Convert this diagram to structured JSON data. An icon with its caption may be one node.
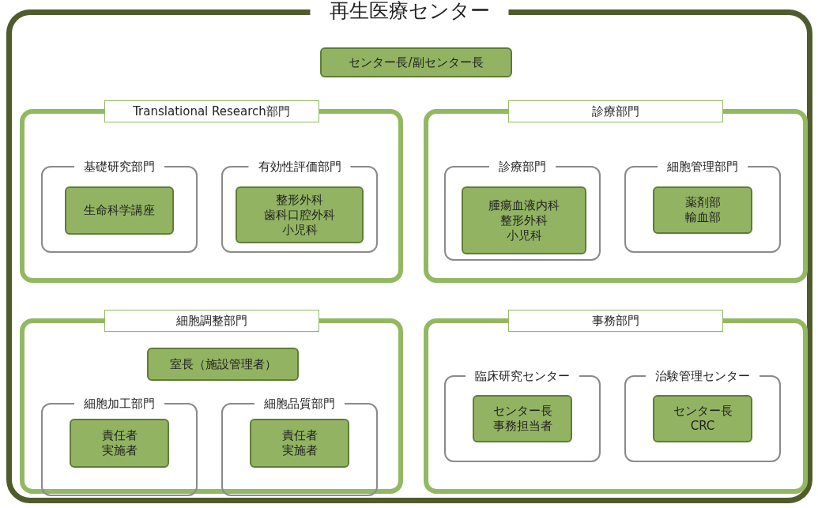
{
  "diagram": {
    "nodes": [
      {
        "text": [
          "再生医療センター"
        ]
      },
      {
        "text": [
          "センター長/副センター長"
        ],
        "in": 0
      },
      {
        "text": [
          "Translational Research部門"
        ],
        "in": 0
      },
      {
        "text": [
          "基礎研究部門"
        ],
        "in": 2
      },
      {
        "text": [
          "生命科学講座"
        ],
        "in": 3
      },
      {
        "text": [
          "有効性評価部門"
        ],
        "in": 2
      },
      {
        "text": [
          "整形外科",
          "歯科口腔外科",
          "小児科"
        ],
        "in": 5
      },
      {
        "text": [
          "診療部門"
        ],
        "in": 0
      },
      {
        "text": [
          "診療部門"
        ],
        "in": 7
      },
      {
        "text": [
          "腫瘍血液内科",
          "整形外科",
          "小児科"
        ],
        "in": 8
      },
      {
        "text": [
          "細胞管理部門"
        ],
        "in": 7
      },
      {
        "text": [
          "薬剤部",
          "輸血部"
        ],
        "in": 10
      },
      {
        "text": [
          "細胞調整部門"
        ],
        "in": 0
      },
      {
        "text": [
          "室長（施設管理者）"
        ],
        "in": 12
      },
      {
        "text": [
          "細胞加工部門"
        ],
        "in": 12
      },
      {
        "text": [
          "責任者",
          "実施者"
        ],
        "in": 14
      },
      {
        "text": [
          "細胞品質部門"
        ],
        "in": 12
      },
      {
        "text": [
          "責任者",
          "実施者"
        ],
        "in": 16
      },
      {
        "text": [
          "事務部門"
        ],
        "in": 0
      },
      {
        "text": [
          "臨床研究センター"
        ],
        "in": 18
      },
      {
        "text": [
          "センター長",
          "事務担当者"
        ],
        "in": 19
      },
      {
        "text": [
          "治験管理センター"
        ],
        "in": 18
      },
      {
        "text": [
          "センター長",
          "CRC"
        ],
        "in": 21
      }
    ]
  }
}
